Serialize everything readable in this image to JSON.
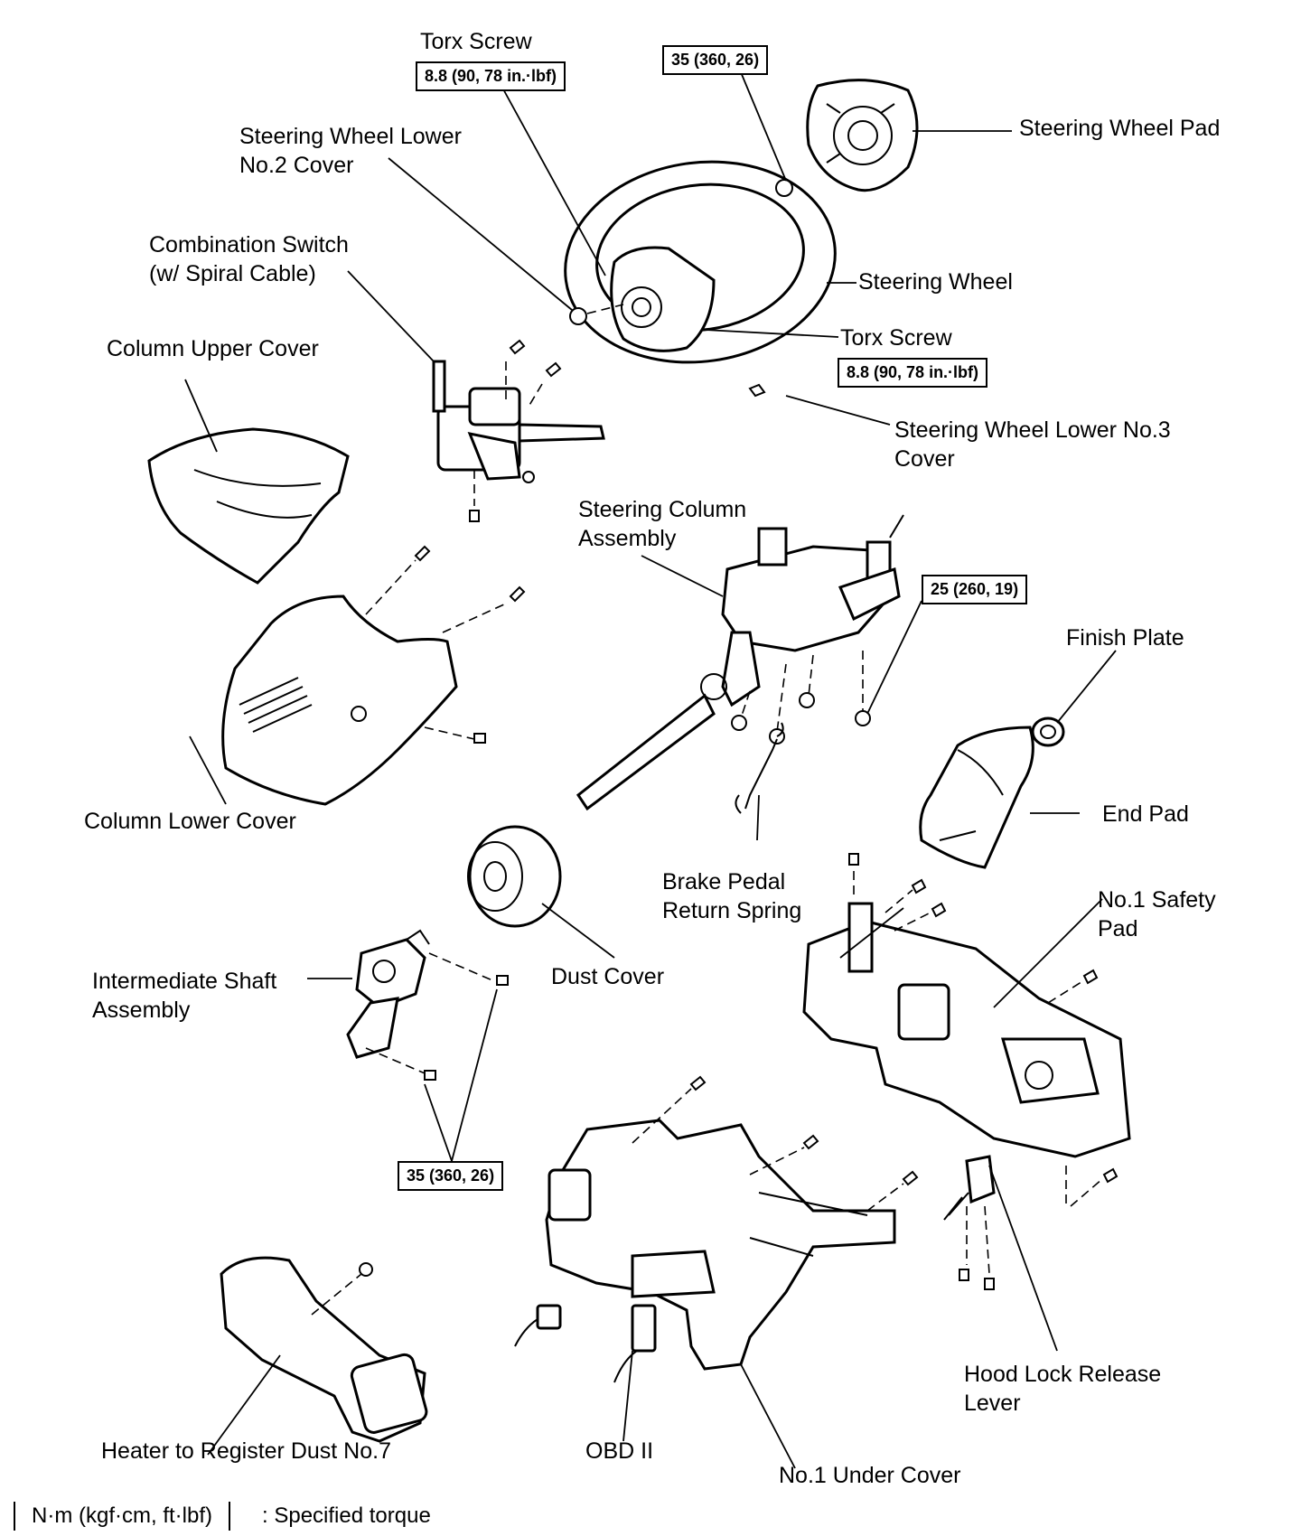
{
  "labels": {
    "torx_screw_top": "Torx Screw",
    "steering_wheel_lower_no2": "Steering Wheel Lower\nNo.2 Cover",
    "combination_switch": "Combination Switch\n(w/ Spiral Cable)",
    "column_upper_cover": "Column Upper Cover",
    "steering_wheel_pad": "Steering Wheel Pad",
    "steering_wheel": "Steering Wheel",
    "torx_screw_mid": "Torx Screw",
    "steering_wheel_lower_no3": "Steering Wheel Lower No.3\nCover",
    "steering_column_assembly": "Steering Column\nAssembly",
    "finish_plate": "Finish Plate",
    "end_pad": "End Pad",
    "column_lower_cover": "Column Lower Cover",
    "brake_pedal_return_spring": "Brake Pedal\nReturn Spring",
    "no1_safety_pad": "No.1 Safety\nPad",
    "dust_cover": "Dust Cover",
    "intermediate_shaft": "Intermediate Shaft\nAssembly",
    "heater_to_register": "Heater to Register Dust No.7",
    "obd_ii": "OBD II",
    "no1_under_cover": "No.1 Under Cover",
    "hood_lock_release": "Hood Lock Release\nLever"
  },
  "torque_specs": {
    "torx_top": "8.8 (90, 78 in.·lbf)",
    "pad_nut": "35 (360, 26)",
    "torx_mid": "8.8 (90, 78 in.·lbf)",
    "column_nut": "25 (260, 19)",
    "shaft_bolt": "35 (360, 26)"
  },
  "legend": {
    "unit": "N·m (kgf·cm, ft·lbf)",
    "description": ": Specified torque"
  }
}
